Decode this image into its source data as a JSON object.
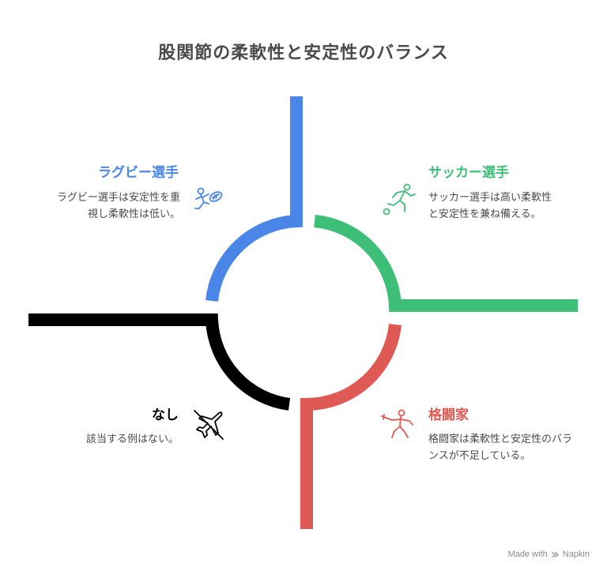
{
  "title": "股関節の柔軟性と安定性のバランス",
  "quadrants": {
    "top_left": {
      "label": "ラグビー選手",
      "description": "ラグビー選手は安定性を重視し柔軟性は低い。",
      "color": "#4a86e8",
      "icon": "rugby-player-icon"
    },
    "top_right": {
      "label": "サッカー選手",
      "description": "サッカー選手は高い柔軟性と安定性を兼ね備える。",
      "color": "#3dbf78",
      "icon": "soccer-player-icon"
    },
    "bottom_left": {
      "label": "なし",
      "description": "該当する例はない。",
      "color": "#000000",
      "icon": "crossed-plane-icon"
    },
    "bottom_right": {
      "label": "格闘家",
      "description": "格闘家は柔軟性と安定性のバランスが不足している。",
      "color": "#e05a55",
      "icon": "fencer-icon"
    }
  },
  "footer": {
    "made_with": "Made with",
    "brand": "Napkin"
  }
}
